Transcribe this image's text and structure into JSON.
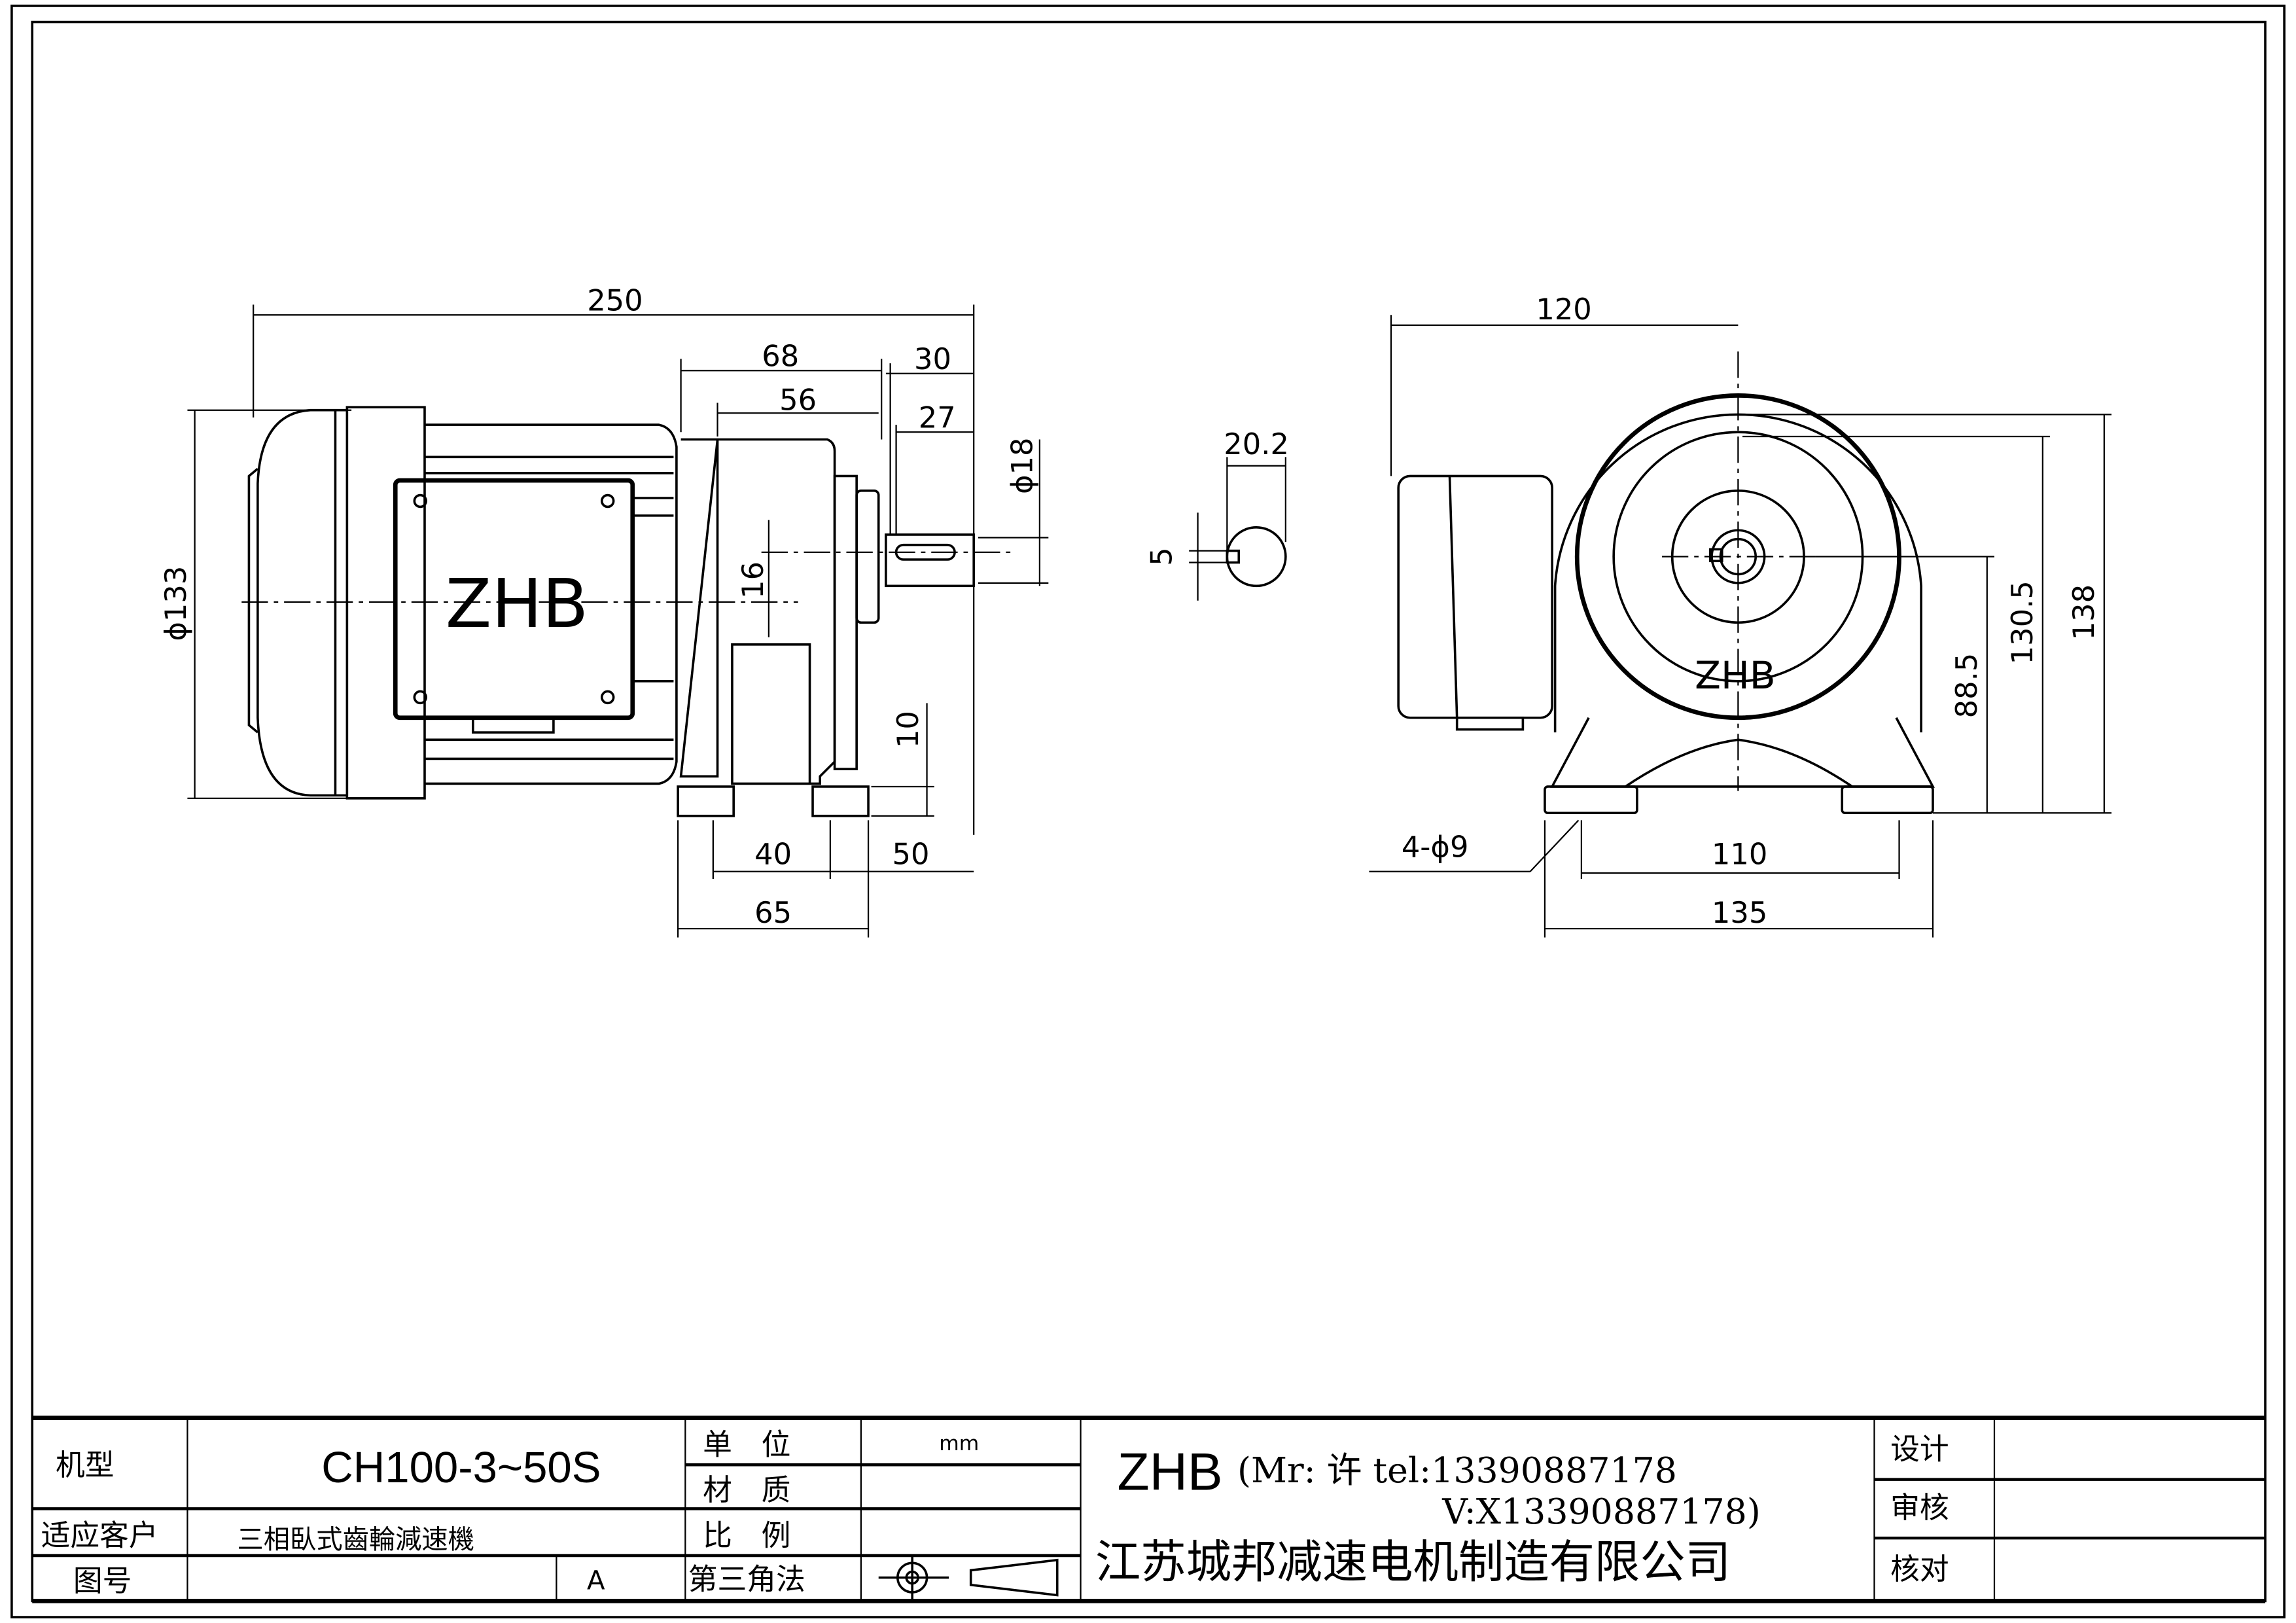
{
  "drawing": {
    "side_view": {
      "logo": "ZHB",
      "dims": {
        "overall_length": "250",
        "d68": "68",
        "d56": "56",
        "d30": "30",
        "d27": "27",
        "shaft_dia": "ϕ18",
        "motor_dia": "ϕ133",
        "d16": "16",
        "d10": "10",
        "d40": "40",
        "d50": "50",
        "d65": "65"
      }
    },
    "key_detail": {
      "d20_2": "20.2",
      "d5": "5"
    },
    "front_view": {
      "logo": "ZHB",
      "dims": {
        "d120": "120",
        "d138": "138",
        "d130_5": "130.5",
        "d88_5": "88.5",
        "holes": "4-ϕ9",
        "d110": "110",
        "d135": "135"
      }
    }
  },
  "title_block": {
    "model_label": "机型",
    "model_value": "CH100-3~50S",
    "customer_label": "适应客户",
    "customer_value": "三相臥式齒輪減速機",
    "drawing_no_label": "图号",
    "revision": "A",
    "unit_label": "单　位",
    "unit_value": "mm",
    "material_label": "材　质",
    "scale_label": "比　例",
    "projection_label": "第三角法",
    "brand": "ZHB",
    "contact_line1": "(Mr: 许 tel:13390887178",
    "contact_line2": "V:X13390887178)",
    "company": "江苏城邦减速电机制造有限公司",
    "design_label": "设计",
    "review_label": "审核",
    "check_label": "核对"
  }
}
